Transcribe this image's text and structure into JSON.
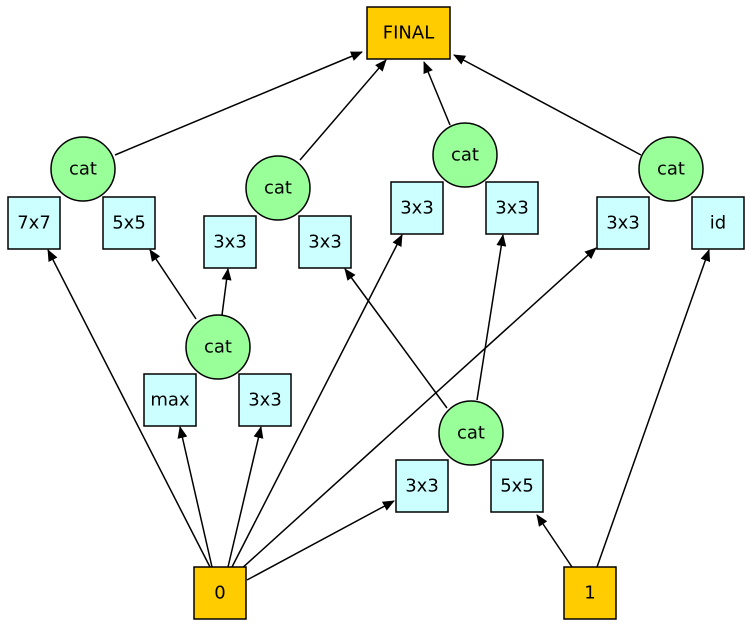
{
  "colors": {
    "op": "#ccffff",
    "cat": "#99ff99",
    "io": "#ffcc00"
  },
  "nodes": {
    "final": {
      "label": "FINAL",
      "kind": "io"
    },
    "in0": {
      "label": "0",
      "kind": "io"
    },
    "in1": {
      "label": "1",
      "kind": "io"
    },
    "cat1": {
      "label": "cat",
      "kind": "cat"
    },
    "cat2": {
      "label": "cat",
      "kind": "cat"
    },
    "cat3": {
      "label": "cat",
      "kind": "cat"
    },
    "cat4": {
      "label": "cat",
      "kind": "cat"
    },
    "cat5": {
      "label": "cat",
      "kind": "cat"
    },
    "cat6": {
      "label": "cat",
      "kind": "cat"
    },
    "op_7x7": {
      "label": "7x7",
      "kind": "op"
    },
    "op_5x5_a": {
      "label": "5x5",
      "kind": "op"
    },
    "op_3x3_a": {
      "label": "3x3",
      "kind": "op"
    },
    "op_3x3_b": {
      "label": "3x3",
      "kind": "op"
    },
    "op_3x3_c": {
      "label": "3x3",
      "kind": "op"
    },
    "op_3x3_d": {
      "label": "3x3",
      "kind": "op"
    },
    "op_3x3_e": {
      "label": "3x3",
      "kind": "op"
    },
    "op_id": {
      "label": "id",
      "kind": "op"
    },
    "op_max": {
      "label": "max",
      "kind": "op"
    },
    "op_3x3_f": {
      "label": "3x3",
      "kind": "op"
    },
    "op_3x3_g": {
      "label": "3x3",
      "kind": "op"
    },
    "op_5x5_b": {
      "label": "5x5",
      "kind": "op"
    }
  }
}
